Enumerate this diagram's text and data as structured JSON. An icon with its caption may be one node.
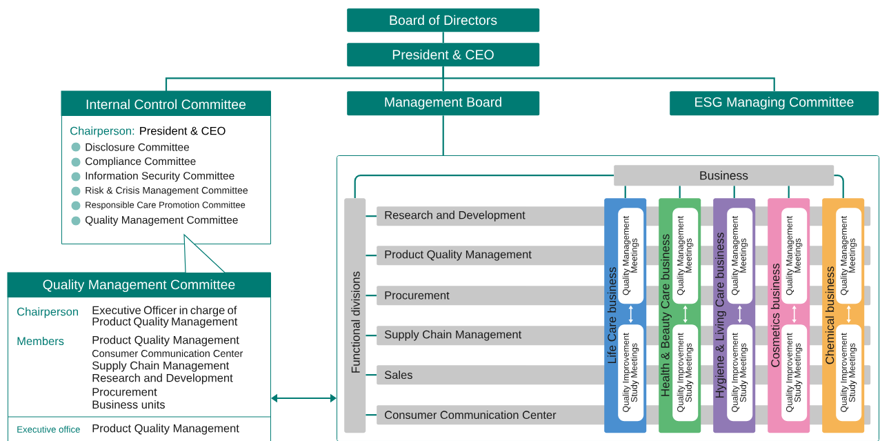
{
  "diagram": {
    "nodes": [
      {
        "text": [
          "Board of Directors"
        ]
      },
      {
        "text": [
          "President & CEO"
        ]
      },
      {
        "text": [
          "Internal Control Committee",
          "Chairperson:",
          "President & CEO",
          "Disclosure Committee",
          "Compliance Committee",
          "Information Security Committee",
          "Risk & Crisis Management Committee",
          "Responsible Care Promotion Committee",
          "Quality Management Committee"
        ]
      },
      {
        "text": [
          "Management Board"
        ]
      },
      {
        "text": [
          "ESG Managing Committee"
        ]
      },
      {
        "text": [],
        "shape": "box"
      },
      {
        "text": [
          "Functional divisions"
        ],
        "in": 5
      },
      {
        "text": [
          "Research and Development"
        ],
        "in": 5
      },
      {
        "text": [
          "Product Quality Management"
        ],
        "in": 5
      },
      {
        "text": [
          "Procurement"
        ],
        "in": 5
      },
      {
        "text": [
          "Supply Chain Management"
        ],
        "in": 5
      },
      {
        "text": [
          "Sales"
        ],
        "in": 5
      },
      {
        "text": [
          "Consumer Communication Center"
        ],
        "in": 5
      },
      {
        "text": [
          "Business"
        ],
        "in": 5
      },
      {
        "text": [
          "Life Care business"
        ],
        "in": 5
      },
      {
        "text": [
          "Health & Beauty Care business"
        ],
        "in": 5
      },
      {
        "text": [
          "Hygiene & Living Care business"
        ],
        "in": 5
      },
      {
        "text": [
          "Cosmetics business"
        ],
        "in": 5
      },
      {
        "text": [
          "Chemical business"
        ],
        "in": 5
      },
      {
        "text": [
          "Quality Management Meetings"
        ],
        "in": 14
      },
      {
        "text": [
          "Quality Improvement Study Meetings"
        ],
        "in": 14
      },
      {
        "text": [
          "Quality Management Meetings"
        ],
        "in": 15
      },
      {
        "text": [
          "Quality Improvement Study Meetings"
        ],
        "in": 15
      },
      {
        "text": [
          "Quality Management Meetings"
        ],
        "in": 16
      },
      {
        "text": [
          "Quality Improvement Study Meetings"
        ],
        "in": 16
      },
      {
        "text": [
          "Quality Management Meetings"
        ],
        "in": 17
      },
      {
        "text": [
          "Quality Improvement Study Meetings"
        ],
        "in": 17
      },
      {
        "text": [
          "Quality Management Meetings"
        ],
        "in": 18
      },
      {
        "text": [
          "Quality Improvement Study Meetings"
        ],
        "in": 18
      },
      {
        "text": [
          "Quality Management Committee",
          "Chairperson",
          "Executive Officer in charge of Product Quality Management",
          "Members",
          "Product Quality Management",
          "Consumer Communication Center",
          "Supply Chain Management",
          "Research and Development",
          "Procurement",
          "Business units",
          "Executive office",
          "Product Quality Management"
        ]
      }
    ],
    "edges": [
      {
        "from": 0,
        "to": 1,
        "arrow": "none"
      },
      {
        "from": 1,
        "to": 2,
        "arrow": "none"
      },
      {
        "from": 1,
        "to": 3,
        "arrow": "none"
      },
      {
        "from": 1,
        "to": 4,
        "arrow": "none"
      },
      {
        "from": 3,
        "to": 5,
        "arrow": "none"
      },
      {
        "from": 29,
        "to": 2,
        "arrow": "to"
      },
      {
        "from": 29,
        "to": 5,
        "arrow": "both"
      },
      {
        "from": 6,
        "to": 7,
        "arrow": "none"
      },
      {
        "from": 6,
        "to": 8,
        "arrow": "none"
      },
      {
        "from": 6,
        "to": 9,
        "arrow": "none"
      },
      {
        "from": 6,
        "to": 10,
        "arrow": "none"
      },
      {
        "from": 6,
        "to": 11,
        "arrow": "none"
      },
      {
        "from": 6,
        "to": 12,
        "arrow": "none"
      },
      {
        "from": 6,
        "to": 13,
        "arrow": "none"
      },
      {
        "from": 13,
        "to": 14,
        "arrow": "none"
      },
      {
        "from": 13,
        "to": 15,
        "arrow": "none"
      },
      {
        "from": 13,
        "to": 16,
        "arrow": "none"
      },
      {
        "from": 13,
        "to": 17,
        "arrow": "none"
      },
      {
        "from": 13,
        "to": 18,
        "arrow": "none"
      },
      {
        "from": 19,
        "to": 20,
        "arrow": "both",
        "color": "#ffffff"
      },
      {
        "from": 21,
        "to": 22,
        "arrow": "both",
        "color": "#ffffff"
      },
      {
        "from": 23,
        "to": 24,
        "arrow": "both",
        "color": "#ffffff"
      },
      {
        "from": 25,
        "to": 26,
        "arrow": "both",
        "color": "#ffffff"
      },
      {
        "from": 27,
        "to": 28,
        "arrow": "both",
        "color": "#ffffff"
      }
    ]
  }
}
